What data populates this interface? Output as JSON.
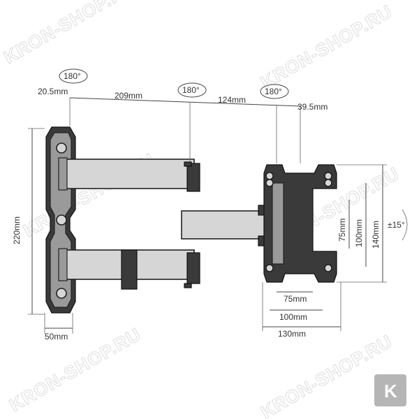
{
  "watermark": {
    "text": "KRON-SHOP.RU",
    "badge_letter": "K",
    "badge_color": "#b5b5b5"
  },
  "rotations": {
    "wall_pivot": "180°",
    "middle_pivot": "180°",
    "plate_pivot": "180°",
    "tilt": "±15°"
  },
  "dimensions": {
    "wall_offset": "20.5mm",
    "arm1_length": "209mm",
    "arm2_length": "124mm",
    "plate_offset": "39.5mm",
    "wall_height": "220mm",
    "wall_width": "50mm",
    "vesa_h_75": "75mm",
    "vesa_h_100": "100mm",
    "plate_width": "130mm",
    "vesa_v_75": "75mm",
    "vesa_v_100": "100mm",
    "plate_height": "140mm"
  },
  "colors": {
    "line": "#444444",
    "arm_fill": "#d6d6d6",
    "watermark": "#e2e2e2"
  }
}
